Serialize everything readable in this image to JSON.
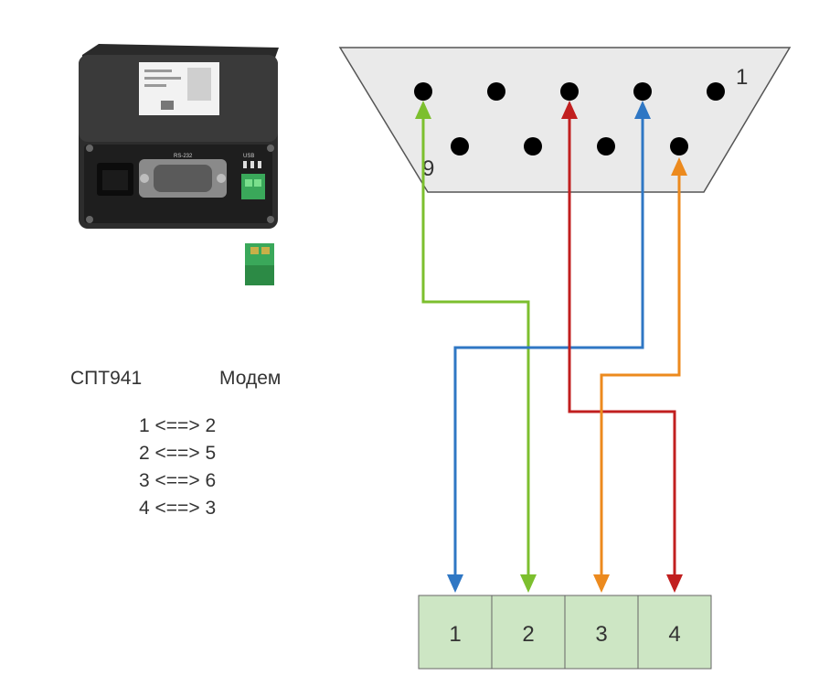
{
  "legend": {
    "left_header": "СПТ941",
    "right_header": "Модем",
    "rows": [
      {
        "from": "1",
        "sep": "<==>",
        "to": "2"
      },
      {
        "from": "2",
        "sep": "<==>",
        "to": "5"
      },
      {
        "from": "3",
        "sep": "<==>",
        "to": "6"
      },
      {
        "from": "4",
        "sep": "<==>",
        "to": "3"
      }
    ]
  },
  "connector": {
    "pin_label_first": "1",
    "pin_label_last": "9"
  },
  "terminal": {
    "labels": [
      "1",
      "2",
      "3",
      "4"
    ]
  },
  "device": {
    "panel_text_left": "RS-232",
    "panel_text_right": "USB"
  },
  "colors": {
    "green": "#7cbf2e",
    "blue": "#2f77c4",
    "red": "#c11f1f",
    "orange": "#ec8a1e",
    "terminal_fill": "#cde6c4",
    "connector_fill": "#eaeaea"
  }
}
